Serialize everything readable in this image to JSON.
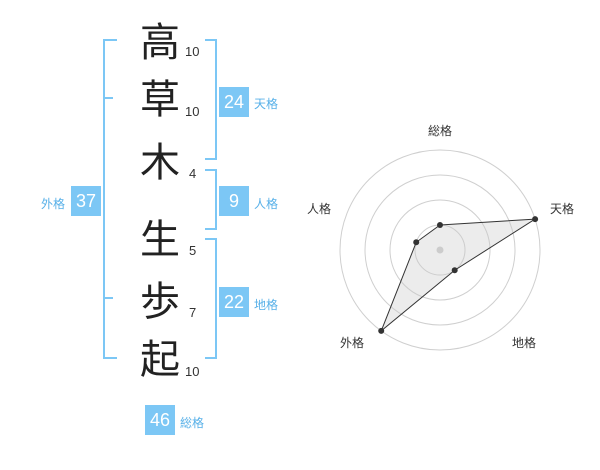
{
  "name": {
    "chars": [
      {
        "char": "高",
        "strokes": "10"
      },
      {
        "char": "草",
        "strokes": "10"
      },
      {
        "char": "木",
        "strokes": "4"
      },
      {
        "char": "生",
        "strokes": "5"
      },
      {
        "char": "歩",
        "strokes": "7"
      },
      {
        "char": "起",
        "strokes": "10"
      }
    ]
  },
  "kakusu": {
    "tenkaku": {
      "value": "24",
      "label": "天格"
    },
    "jinkaku": {
      "value": "9",
      "label": "人格"
    },
    "chikaku": {
      "value": "22",
      "label": "地格"
    },
    "gaikaku": {
      "value": "37",
      "label": "外格"
    },
    "soukaku": {
      "value": "46",
      "label": "総格"
    }
  },
  "radar": {
    "axes": [
      "総格",
      "天格",
      "地格",
      "外格",
      "人格"
    ],
    "values": [
      0.25,
      1.0,
      0.25,
      1.0,
      0.25
    ],
    "max": 1.0,
    "rings": 4
  },
  "colors": {
    "accent": "#7cc7f5",
    "bracket": "#7cc7f5",
    "ring": "#cfcfcf"
  }
}
